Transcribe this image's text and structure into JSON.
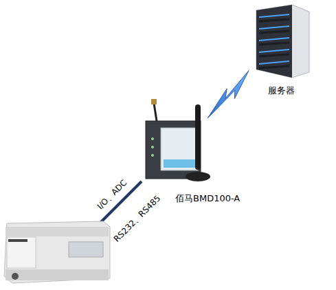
{
  "diagram": {
    "nodes": [
      {
        "text": [
          "服务器"
        ]
      },
      {
        "text": [
          "佰马BMD100-A"
        ]
      }
    ],
    "edges": [
      {
        "from": 1,
        "to": 0,
        "arrow": "none"
      }
    ],
    "labels": [
      "I/O、ADC",
      "RS232、RS485"
    ]
  }
}
